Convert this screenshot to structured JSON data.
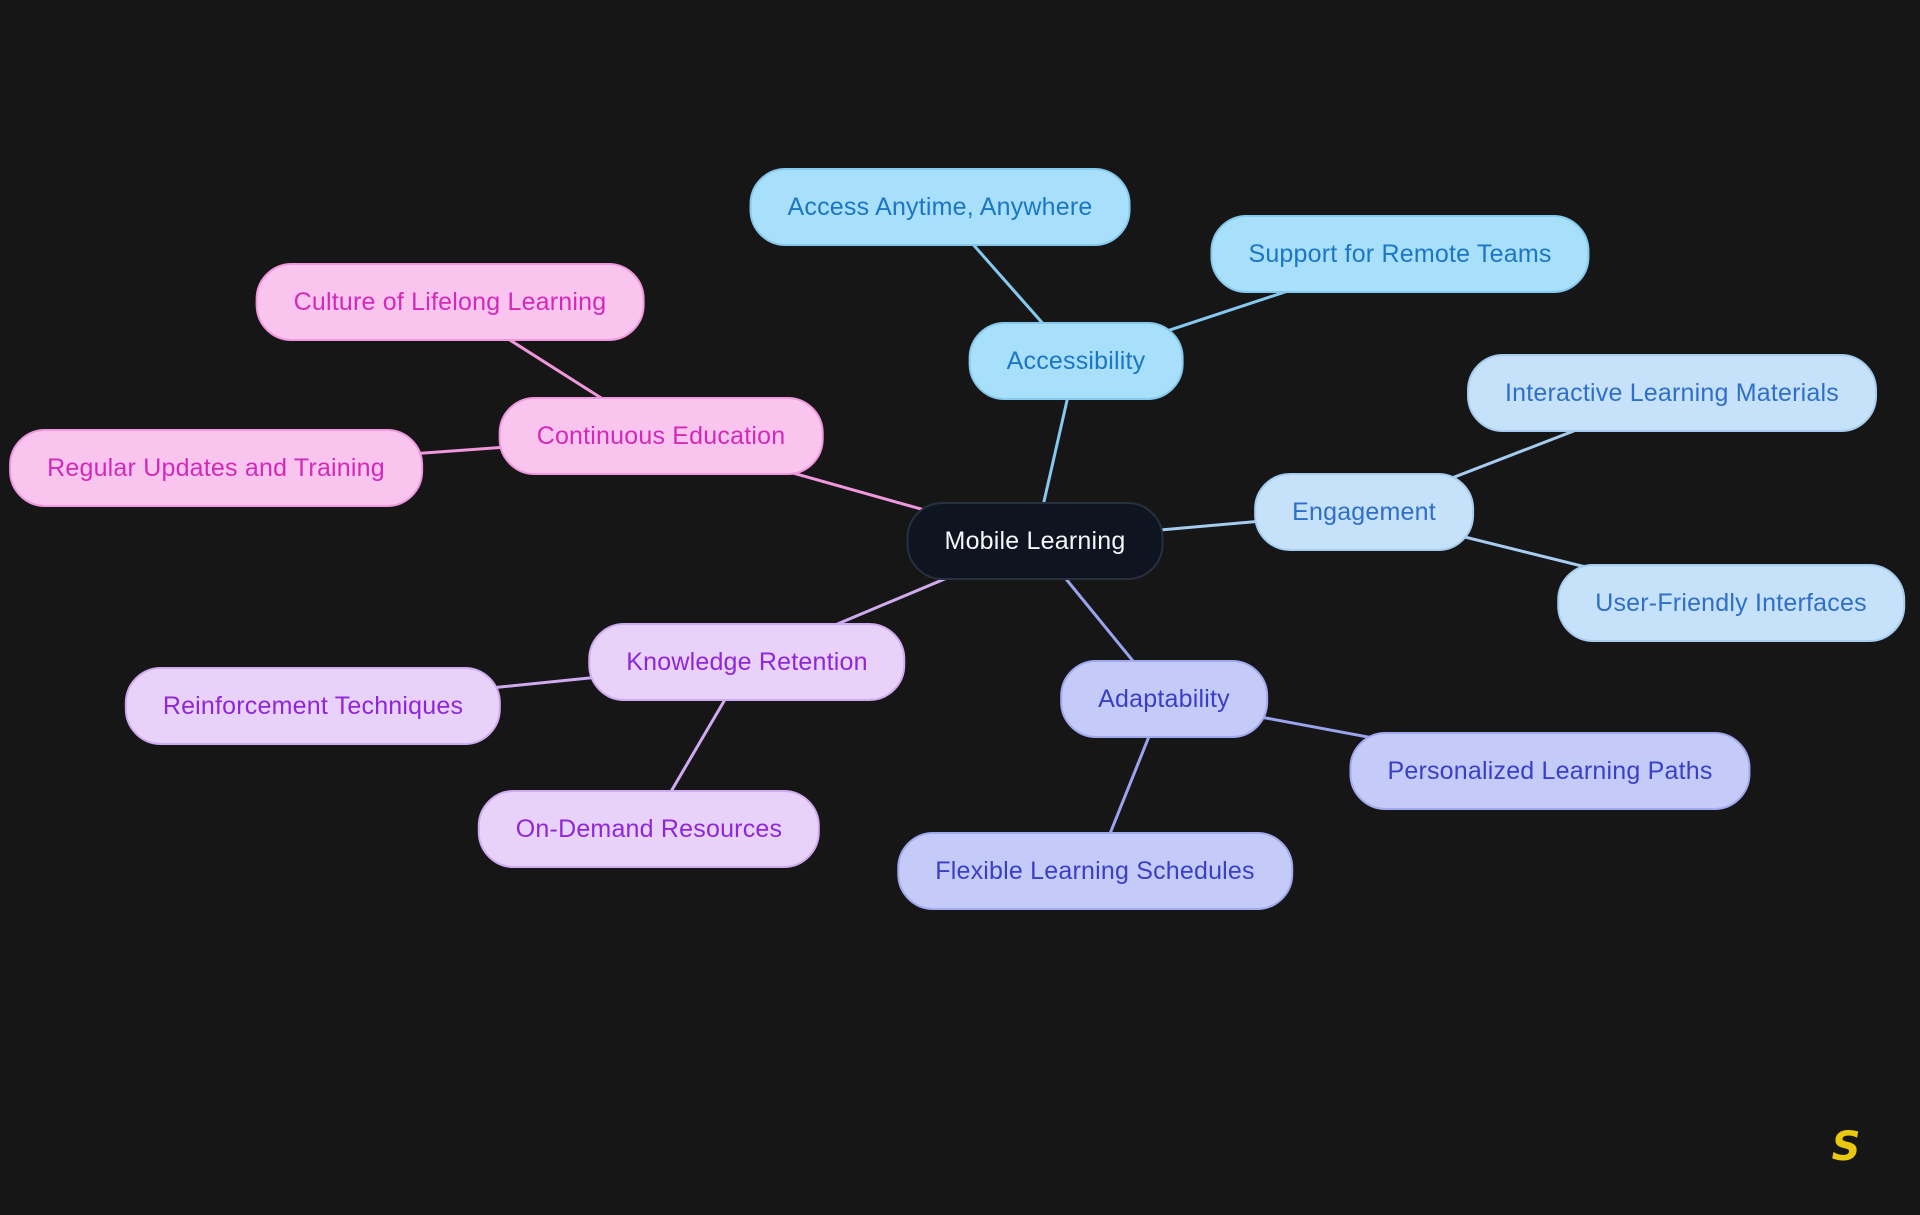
{
  "background_color": "#161616",
  "center": {
    "label": "Mobile Learning"
  },
  "branches": [
    {
      "id": "accessibility",
      "label": "Accessibility",
      "color_fill": "#a8dffa",
      "color_border": "#85c9ef",
      "color_text": "#1b76c5",
      "children": [
        {
          "label": "Access Anytime, Anywhere"
        },
        {
          "label": "Support for Remote Teams"
        }
      ]
    },
    {
      "id": "engagement",
      "label": "Engagement",
      "color_fill": "#c6e1fa",
      "color_border": "#a6ccf0",
      "color_text": "#2f6fc7",
      "children": [
        {
          "label": "Interactive Learning Materials"
        },
        {
          "label": "User-Friendly Interfaces"
        }
      ]
    },
    {
      "id": "adaptability",
      "label": "Adaptability",
      "color_fill": "#c5cbf8",
      "color_border": "#a0a8ef",
      "color_text": "#3a3fc6",
      "children": [
        {
          "label": "Personalized Learning Paths"
        },
        {
          "label": "Flexible Learning Schedules"
        }
      ]
    },
    {
      "id": "knowledge-retention",
      "label": "Knowledge Retention",
      "color_fill": "#e8d2fa",
      "color_border": "#cfaaf0",
      "color_text": "#9026d9",
      "children": [
        {
          "label": "Reinforcement Techniques"
        },
        {
          "label": "On-Demand Resources"
        }
      ]
    },
    {
      "id": "continuous-education",
      "label": "Continuous Education",
      "color_fill": "#f9c5ef",
      "color_border": "#f097dd",
      "color_text": "#d429b8",
      "children": [
        {
          "label": "Culture of Lifelong Learning"
        },
        {
          "label": "Regular Updates and Training"
        }
      ]
    }
  ],
  "center_node_colors": {
    "fill": "#0e1420",
    "border": "#27303e",
    "text": "#f5f7fa"
  },
  "logo": {
    "glyph": "S",
    "color": "#e8c90f"
  }
}
